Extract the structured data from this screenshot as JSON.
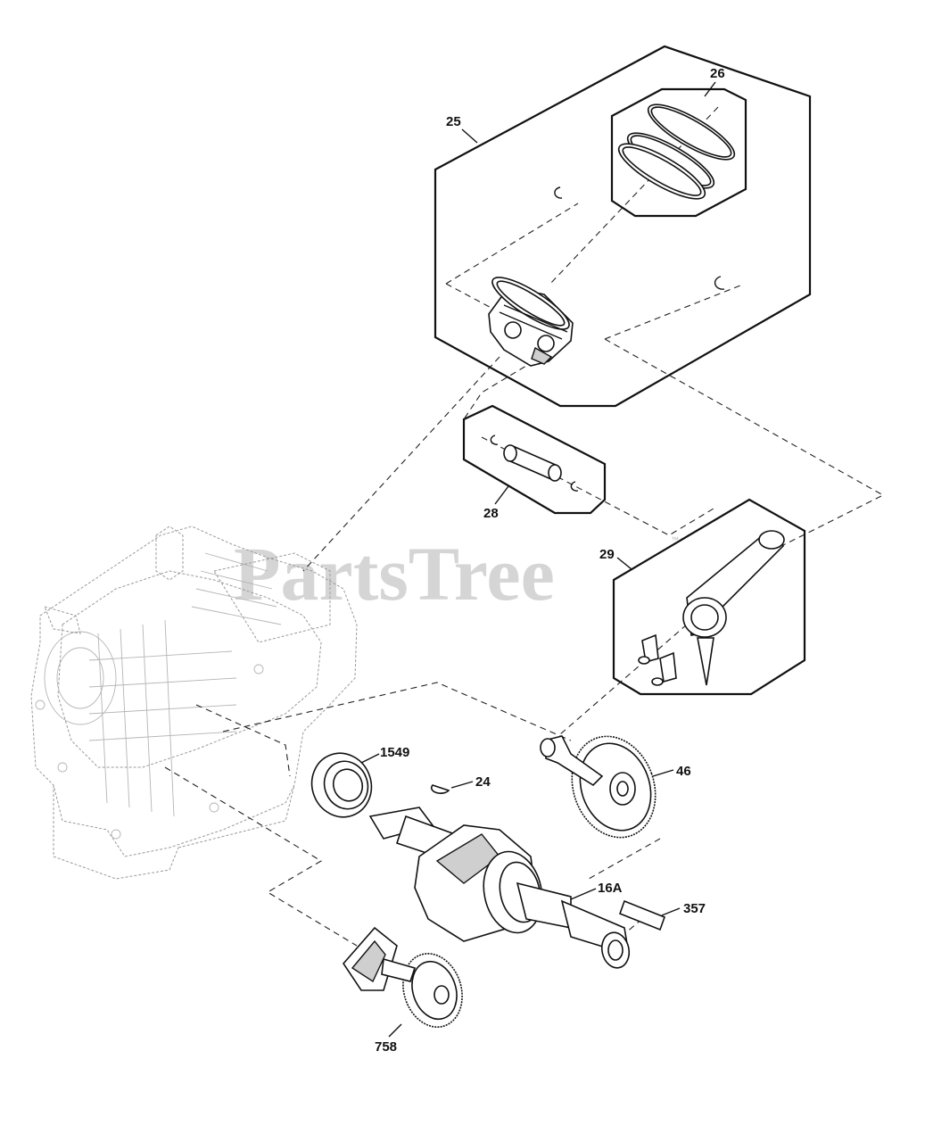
{
  "watermark": {
    "text": "PartsTree",
    "trademark": "™"
  },
  "callouts": {
    "c25": "25",
    "c26": "26",
    "c28": "28",
    "c29": "29",
    "c1549": "1549",
    "c24": "24",
    "c46": "46",
    "c16a": "16A",
    "c357": "357",
    "c758": "758"
  }
}
